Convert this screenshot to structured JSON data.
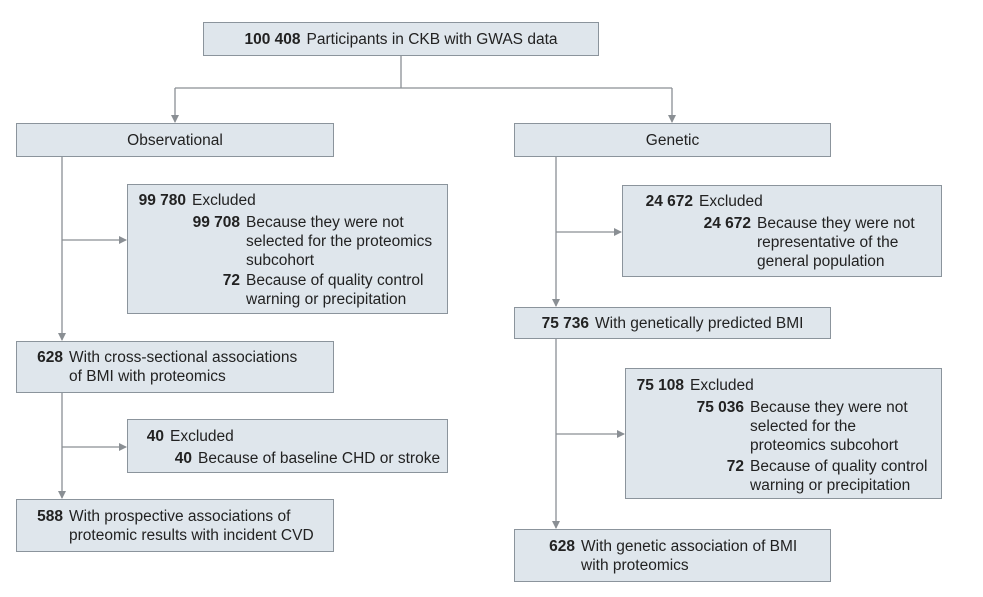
{
  "colors": {
    "box_fill": "#dfe6ec",
    "box_border": "#8b949c",
    "connector": "#8a8f94"
  },
  "top": {
    "num": "100 408",
    "text": "Participants in CKB with GWAS data"
  },
  "observational": {
    "header": "Observational",
    "excluded1": {
      "num": "99 780",
      "label": "Excluded",
      "reasons": [
        {
          "num": "99 708",
          "lines": [
            "Because they were not",
            "selected for the proteomics",
            "subcohort"
          ]
        },
        {
          "num": "72",
          "lines": [
            "Because of quality control",
            "warning or precipitation"
          ]
        }
      ]
    },
    "result1": {
      "num": "628",
      "lines": [
        "With cross-sectional associations",
        "of BMI with proteomics"
      ]
    },
    "excluded2": {
      "num": "40",
      "label": "Excluded",
      "reasons": [
        {
          "num": "40",
          "lines": [
            "Because of baseline CHD or stroke"
          ]
        }
      ]
    },
    "result2": {
      "num": "588",
      "lines": [
        "With prospective associations of",
        "proteomic results with incident CVD"
      ]
    }
  },
  "genetic": {
    "header": "Genetic",
    "excluded1": {
      "num": "24 672",
      "label": "Excluded",
      "reasons": [
        {
          "num": "24 672",
          "lines": [
            "Because they were not",
            "representative of the",
            "general population"
          ]
        }
      ]
    },
    "result1": {
      "num": "75 736",
      "text": "With genetically predicted BMI"
    },
    "excluded2": {
      "num": "75 108",
      "label": "Excluded",
      "reasons": [
        {
          "num": "75 036",
          "lines": [
            "Because they were not",
            "selected for the",
            "proteomics subcohort"
          ]
        },
        {
          "num": "72",
          "lines": [
            "Because of quality control",
            "warning or precipitation"
          ]
        }
      ]
    },
    "result2": {
      "num": "628",
      "lines": [
        "With genetic association of BMI",
        "with proteomics"
      ]
    }
  }
}
